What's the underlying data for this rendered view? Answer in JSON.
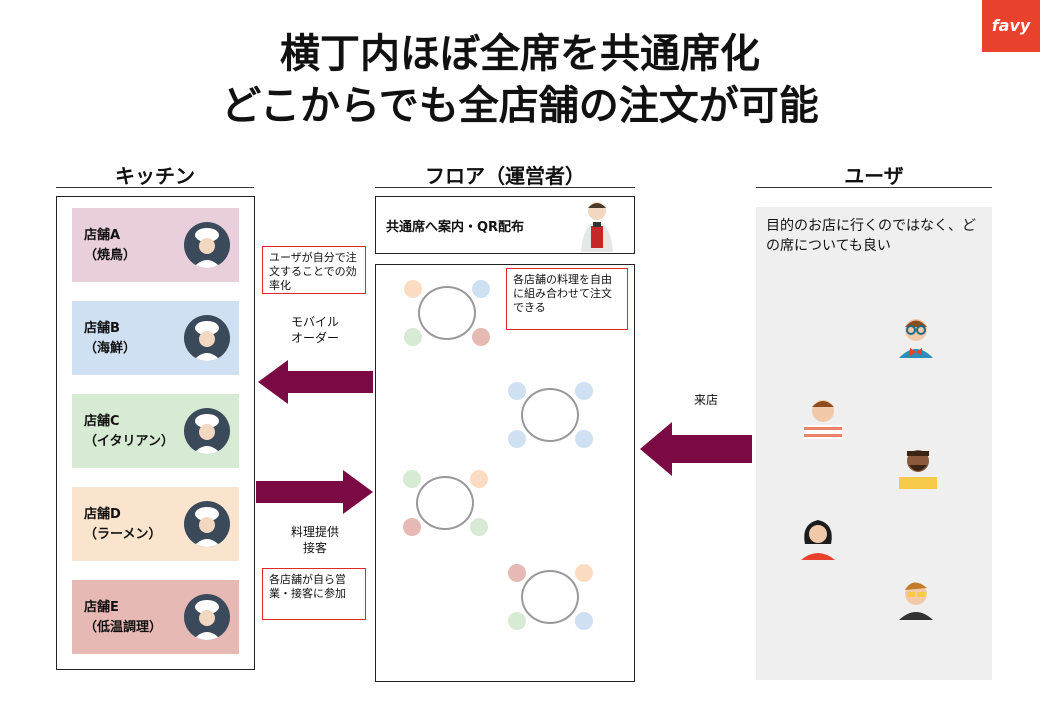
{
  "header": {
    "title_line1": "横丁内ほぼ全席を共通席化",
    "title_line2": "どこからでも全店舗の注文が可能",
    "logo": "favy"
  },
  "kitchen": {
    "heading": "キッチン",
    "shops": [
      {
        "name": "店舗A",
        "sub": "（焼鳥）",
        "color": "#e9cfdc"
      },
      {
        "name": "店舗B",
        "sub": "（海鮮）",
        "color": "#cfe0f2"
      },
      {
        "name": "店舗C",
        "sub": "（イタリアン）",
        "color": "#d7ead3"
      },
      {
        "name": "店舗D",
        "sub": "（ラーメン）",
        "color": "#fbe4cd"
      },
      {
        "name": "店舗E",
        "sub": "（低温調理）",
        "color": "#e6b9b4"
      }
    ]
  },
  "floor": {
    "heading": "フロア（運営者）",
    "guide_text": "共通席へ案内・QR配布",
    "callout": "各店舗の料理を自由に組み合わせて注文できる"
  },
  "users": {
    "heading": "ユーザ",
    "text": "目的のお店に行くのではなく、どの席についても良い"
  },
  "flows": {
    "callout_top": "ユーザが自分で注文することでの効率化",
    "mobile_order": "モバイル\nオーダー",
    "serve": "料理提供\n接客",
    "callout_bottom": "各店舗が自ら営業・接客に参加",
    "visit": "来店"
  },
  "colors": {
    "arrow": "#7b0a44",
    "callout_border": "#e02a2a",
    "logo_bg": "#e8412c"
  },
  "icons": [
    "chef-icon",
    "waiter-icon",
    "user-avatar-icon"
  ]
}
